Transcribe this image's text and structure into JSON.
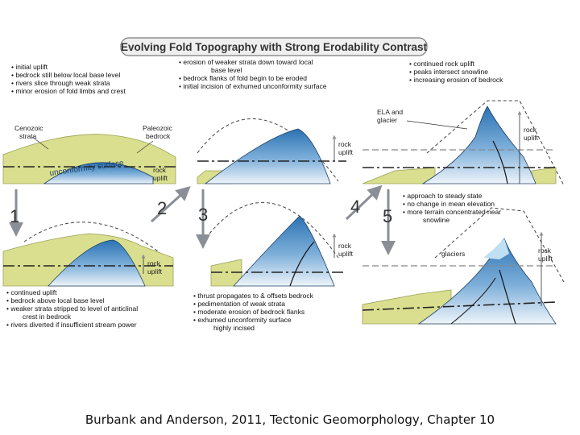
{
  "title": "Evolving Fold Topography with Strong Erodability Contrast",
  "panel1": {
    "notes": [
      "initial uplift",
      "bedrock still below local base level",
      "rivers slice through weak strata",
      "minor erosion of fold limbs and crest"
    ],
    "label_cenozoic_1": "Cenozoic",
    "label_cenozoic_2": "strata",
    "label_paleozoic_1": "Paleozoic",
    "label_paleozoic_2": "bedrock",
    "label_unconformity": "unconformity surface",
    "label_rock": "rock",
    "label_uplift": "uplift"
  },
  "panel2": {
    "notes": [
      "continued uplift",
      "bedrock above local base level",
      "weaker strata stripped to level of anticlinal",
      "crest in bedrock",
      "rivers diverted if insufficient stream power"
    ],
    "label_rock": "rock",
    "label_uplift": "uplift"
  },
  "panel3": {
    "notes": [
      "erosion of weaker strata down toward local",
      "base level",
      "bedrock flanks of fold begin to be eroded",
      "initial incision of exhumed unconformity surface"
    ],
    "label_rock": "rock",
    "label_uplift": "uplift"
  },
  "panel4": {
    "notes": [
      "thrust propagates to & offsets bedrock",
      "pedimentation of weak strata",
      "moderate erosion of bedrock flanks",
      "exhumed unconformity surface",
      "highly incised"
    ],
    "label_rock": "rock",
    "label_uplift": "uplift"
  },
  "panel5": {
    "notes": [
      "continued rock uplift",
      "peaks intersect snowline",
      "increasing erosion of bedrock"
    ],
    "label_ela_1": "ELA and",
    "label_ela_2": "glacier",
    "label_rock": "rock",
    "label_uplift": "uplift"
  },
  "panel6": {
    "notes": [
      "approach to steady state",
      "no change in mean elevation",
      "more terrain concentrated near",
      "snowline"
    ],
    "label_glaciers": "glaciers",
    "label_rock": "rock",
    "label_uplift": "uplift"
  },
  "stage_numbers": [
    "1",
    "2",
    "3",
    "4",
    "5"
  ],
  "caption": "Burbank and Anderson, 2011, Tectonic Geomorphology, Chapter 10",
  "colors": {
    "strata": "#d9df8e",
    "bedrock_top": "#2f78b7",
    "bedrock_bottom": "#e6eff8",
    "arrow": "#8a8f96",
    "title_box": "#f0f0f0"
  }
}
